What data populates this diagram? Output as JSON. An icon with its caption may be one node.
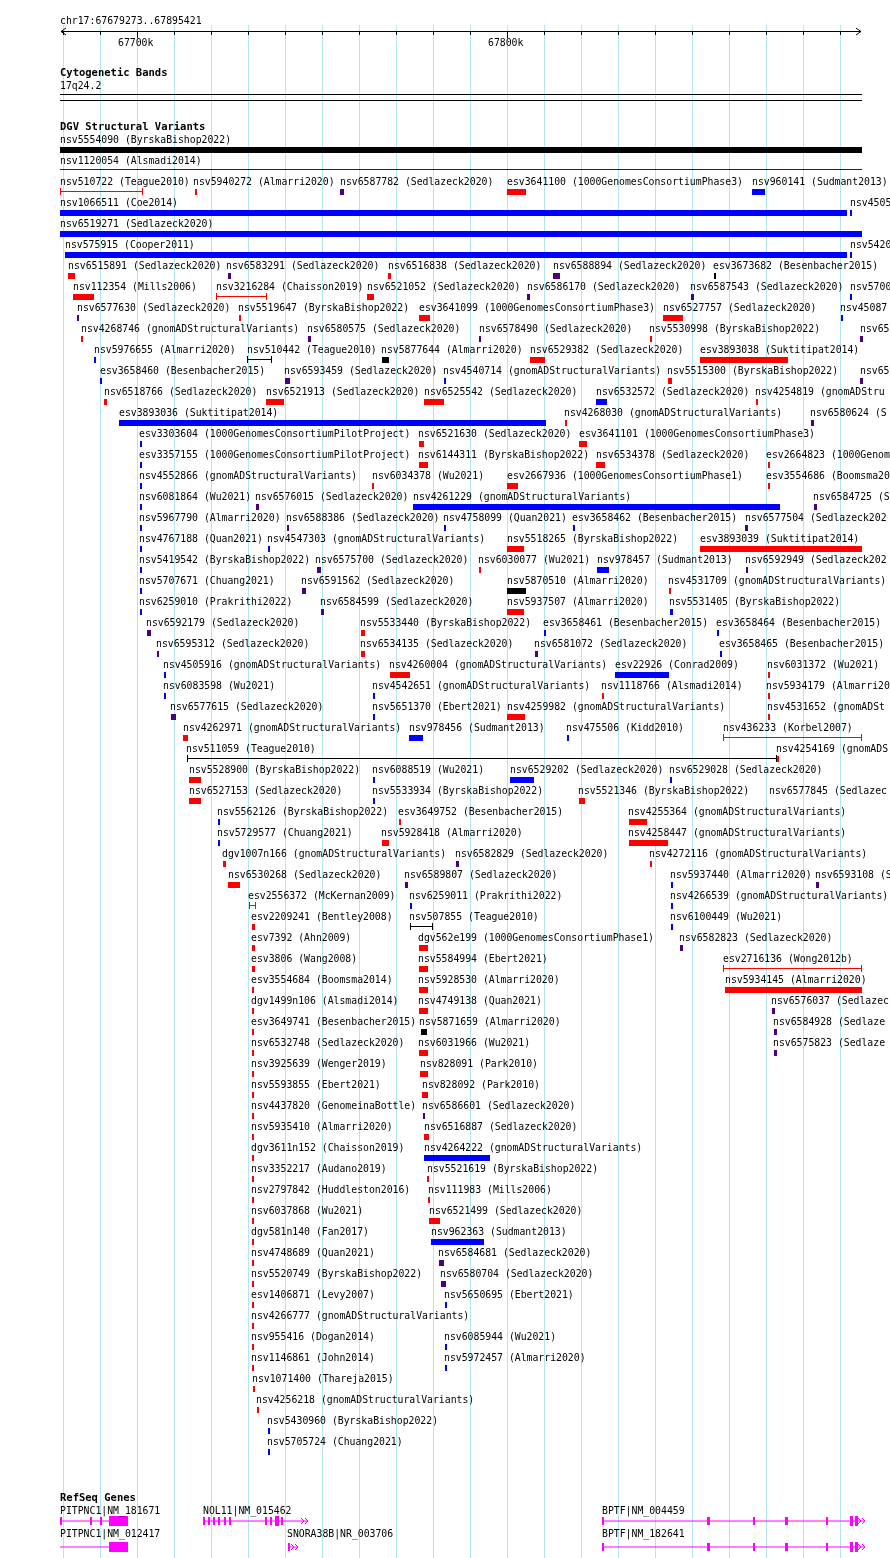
{
  "diagram": {
    "labels": [
      "chr17:67679273..67895421",
      "67700k",
      "67800k",
      "Cytogenetic Bands",
      "17q24.2",
      "DGV Structural Variants",
      "nsv5554090 (ByrskaBishop2022)",
      "nsv1120054 (Alsmadi2014)",
      "nsv510722 (Teague2010)",
      "nsv5940272 (Almarri2020)",
      "nsv6587782 (Sedlazeck2020)",
      "esv3641100 (1000GenomesConsortiumPhase3)",
      "nsv960141 (Sudmant2013)",
      "nsv1066511 (Coe2014)",
      "nsv4505",
      "nsv6519271 (Sedlazeck2020)",
      "nsv575915 (Cooper2011)",
      "nsv5420",
      "nsv6515891 (Sedlazeck2020)",
      "nsv6583291 (Sedlazeck2020)",
      "nsv6516838 (Sedlazeck2020)",
      "nsv6588894 (Sedlazeck2020)",
      "esv3673682 (Besenbacher2015)",
      "nsv112354 (Mills2006)",
      "nsv3216284 (Chaisson2019)",
      "nsv6521052 (Sedlazeck2020)",
      "nsv6586170 (Sedlazeck2020)",
      "nsv6587543 (Sedlazeck2020)",
      "nsv5700",
      "nsv6577630 (Sedlazeck2020)",
      "nsv5519647 (ByrskaBishop2022)",
      "esv3641099 (1000GenomesConsortiumPhase3)",
      "nsv6527757 (Sedlazeck2020)",
      "nsv45087",
      "nsv4268746 (gnomADStructuralVariants)",
      "nsv6580575 (Sedlazeck2020)",
      "nsv6578490 (Sedlazeck2020)",
      "nsv5530998 (ByrskaBishop2022)",
      "nsv65",
      "nsv5976655 (Almarri2020)",
      "nsv510442 (Teague2010)",
      "nsv5877644 (Almarri2020)",
      "nsv6529382 (Sedlazeck2020)",
      "esv3893038 (Suktitipat2014)",
      "esv3658460 (Besenbacher2015)",
      "nsv6593459 (Sedlazeck2020)",
      "nsv4540714 (gnomADStructuralVariants)",
      "nsv5515300 (ByrskaBishop2022)",
      "nsv65",
      "nsv6518766 (Sedlazeck2020)",
      "nsv6521913 (Sedlazeck2020)",
      "nsv6525542 (Sedlazeck2020)",
      "nsv6532572 (Sedlazeck2020)",
      "nsv4254819 (gnomADStru",
      "esv3893036 (Suktitipat2014)",
      "nsv4268030 (gnomADStructuralVariants)",
      "nsv6580624 (S",
      "esv3303604 (1000GenomesConsortiumPilotProject)",
      "nsv6521630 (Sedlazeck2020)",
      "esv3641101 (1000GenomesConsortiumPhase3)",
      "esv3357155 (1000GenomesConsortiumPilotProject)",
      "nsv6144311 (ByrskaBishop2022)",
      "nsv6534378 (Sedlazeck2020)",
      "esv2664823 (1000Genom",
      "nsv4552866 (gnomADStructuralVariants)",
      "nsv6034378 (Wu2021)",
      "esv2667936 (1000GenomesConsortiumPhase1)",
      "esv3554686 (Boomsma20",
      "nsv6081864 (Wu2021)",
      "nsv6576015 (Sedlazeck2020)",
      "nsv4261229 (gnomADStructuralVariants)",
      "nsv6584725 (S",
      "nsv5967790 (Almarri2020)",
      "nsv6588386 (Sedlazeck2020)",
      "nsv4758099 (Quan2021)",
      "esv3658462 (Besenbacher2015)",
      "nsv6577504 (Sedlazeck202",
      "nsv4767188 (Quan2021)",
      "nsv4547303 (gnomADStructuralVariants)",
      "nsv5518265 (ByrskaBishop2022)",
      "esv3893039 (Suktitipat2014)",
      "nsv5419542 (ByrskaBishop2022)",
      "nsv6575700 (Sedlazeck2020)",
      "nsv6030077 (Wu2021)",
      "nsv978457 (Sudmant2013)",
      "nsv6592949 (Sedlazeck202",
      "nsv5707671 (Chuang2021)",
      "nsv6591562 (Sedlazeck2020)",
      "nsv5870510 (Almarri2020)",
      "nsv4531709 (gnomADStructuralVariants)",
      "nsv6259010 (Prakrithi2022)",
      "nsv6584599 (Sedlazeck2020)",
      "nsv5937507 (Almarri2020)",
      "nsv5531405 (ByrskaBishop2022)",
      "nsv6592179 (Sedlazeck2020)",
      "nsv5533440 (ByrskaBishop2022)",
      "esv3658461 (Besenbacher2015)",
      "esv3658464 (Besenbacher2015)",
      "nsv6595312 (Sedlazeck2020)",
      "nsv6534135 (Sedlazeck2020)",
      "nsv6581072 (Sedlazeck2020)",
      "esv3658465 (Besenbacher2015)",
      "nsv4505916 (gnomADStructuralVariants)",
      "nsv4260004 (gnomADStructuralVariants)",
      "esv22926 (Conrad2009)",
      "nsv6031372 (Wu2021)",
      "nsv6083598 (Wu2021)",
      "nsv4542651 (gnomADStructuralVariants)",
      "nsv1118766 (Alsmadi2014)",
      "nsv5934179 (Almarri20",
      "nsv6577615 (Sedlazeck2020)",
      "nsv5651370 (Ebert2021)",
      "nsv4259982 (gnomADStructuralVariants)",
      "nsv4531652 (gnomADSt",
      "nsv4262971 (gnomADStructuralVariants)",
      "nsv978456 (Sudmant2013)",
      "nsv475506 (Kidd2010)",
      "nsv436233 (Korbel2007)",
      "nsv511059 (Teague2010)",
      "nsv4254169 (gnomADS",
      "nsv5528900 (ByrskaBishop2022)",
      "nsv6088519 (Wu2021)",
      "nsv6529202 (Sedlazeck2020)",
      "nsv6529028 (Sedlazeck2020)",
      "nsv6527153 (Sedlazeck2020)",
      "nsv5533934 (ByrskaBishop2022)",
      "nsv5521346 (ByrskaBishop2022)",
      "nsv6577845 (Sedlazec",
      "nsv5562126 (ByrskaBishop2022)",
      "esv3649752 (Besenbacher2015)",
      "nsv4255364 (gnomADStructuralVariants)",
      "nsv5729577 (Chuang2021)",
      "nsv5928418 (Almarri2020)",
      "nsv4258447 (gnomADStructuralVariants)",
      "dgv1007n166 (gnomADStructuralVariants)",
      "nsv6582829 (Sedlazeck2020)",
      "nsv4272116 (gnomADStructuralVariants)",
      "nsv6530268 (Sedlazeck2020)",
      "nsv6589807 (Sedlazeck2020)",
      "nsv5937440 (Almarri2020)",
      "nsv6593108 (S",
      "esv2556372 (McKernan2009)",
      "nsv6259011 (Prakrithi2022)",
      "nsv4266539 (gnomADStructuralVariants)",
      "esv2209241 (Bentley2008)",
      "nsv507855 (Teague2010)",
      "nsv6100449 (Wu2021)",
      "esv7392 (Ahn2009)",
      "dgv562e199 (1000GenomesConsortiumPhase1)",
      "nsv6582823 (Sedlazeck2020)",
      "esv3806 (Wang2008)",
      "nsv5584994 (Ebert2021)",
      "esv2716136 (Wong2012b)",
      "esv3554684 (Boomsma2014)",
      "nsv5928530 (Almarri2020)",
      "nsv5934145 (Almarri2020)",
      "dgv1499n106 (Alsmadi2014)",
      "nsv4749138 (Quan2021)",
      "nsv6576037 (Sedlazec",
      "esv3649741 (Besenbacher2015)",
      "nsv5871659 (Almarri2020)",
      "nsv6584928 (Sedlaze",
      "nsv6532748 (Sedlazeck2020)",
      "nsv6031966 (Wu2021)",
      "nsv6575823 (Sedlaze",
      "nsv3925639 (Wenger2019)",
      "nsv828091 (Park2010)",
      "nsv5593855 (Ebert2021)",
      "nsv828092 (Park2010)",
      "nsv4437820 (GenomeinaBottle)",
      "nsv6586601 (Sedlazeck2020)",
      "nsv5935410 (Almarri2020)",
      "nsv6516887 (Sedlazeck2020)",
      "dgv3611n152 (Chaisson2019)",
      "nsv4264222 (gnomADStructuralVariants)",
      "nsv3352217 (Audano2019)",
      "nsv5521619 (ByrskaBishop2022)",
      "nsv2797842 (Huddleston2016)",
      "nsv111983 (Mills2006)",
      "nsv6037868 (Wu2021)",
      "nsv6521499 (Sedlazeck2020)",
      "dgv581n140 (Fan2017)",
      "nsv962363 (Sudmant2013)",
      "nsv4748689 (Quan2021)",
      "nsv6584681 (Sedlazeck2020)",
      "nsv5520749 (ByrskaBishop2022)",
      "nsv6580704 (Sedlazeck2020)",
      "esv1406871 (Levy2007)",
      "nsv5650695 (Ebert2021)",
      "nsv4266777 (gnomADStructuralVariants)",
      "nsv955416 (Dogan2014)",
      "nsv6085944 (Wu2021)",
      "nsv1146861 (John2014)",
      "nsv5972457 (Almarri2020)",
      "nsv1071400 (Thareja2015)",
      "nsv4256218 (gnomADStructuralVariants)",
      "nsv5430960 (ByrskaBishop2022)",
      "nsv5705724 (Chuang2021)",
      "RefSeq Genes",
      "PITPNC1|NM_181671",
      "NOL11|NM_015462",
      "BPTF|NM_004459",
      "PITPNC1|NM_012417",
      "SNORA38B|NR_003706",
      "BPTF|NM_182641"
    ]
  }
}
